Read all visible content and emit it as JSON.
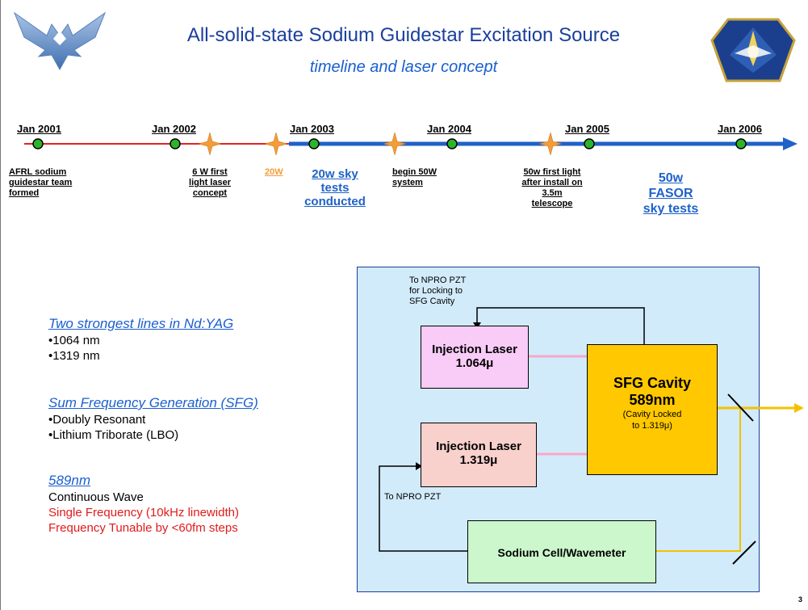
{
  "title": "All-solid-state Sodium Guidestar Excitation Source",
  "subtitle": "timeline and laser concept",
  "timeline": {
    "years": [
      "Jan 2001",
      "Jan 2002",
      "Jan 2003",
      "Jan 2004",
      "Jan 2005",
      "Jan 2006"
    ],
    "events": {
      "e1": [
        "AFRL sodium",
        "guidestar team",
        "formed"
      ],
      "e2": [
        "6 W first",
        "light laser",
        "concept"
      ],
      "e3": "20W",
      "e4": [
        "20w sky",
        "tests",
        "conducted"
      ],
      "e5": [
        "begin 50W",
        "system"
      ],
      "e6": [
        "50w first light",
        "after install on",
        "3.5m",
        "telescope"
      ],
      "e7": [
        "50w",
        "FASOR",
        "sky tests"
      ]
    },
    "colors": {
      "early_line": "#e82020",
      "late_line": "#1f62c8",
      "milestone_dot": "#2bb52b",
      "star": "#f29c3a"
    }
  },
  "features": {
    "g1_head": "Two strongest lines in Nd:YAG",
    "g1_items": [
      "•1064 nm",
      "•1319 nm"
    ],
    "g2_head": "Sum Frequency Generation (SFG)",
    "g2_items": [
      "•Doubly Resonant",
      "•Lithium Triborate (LBO)"
    ],
    "g3_head": "589nm",
    "g3_item": "Continuous Wave",
    "g3_red": [
      "Single Frequency (10kHz linewidth)",
      "Frequency Tunable by <60fm steps"
    ]
  },
  "diagram": {
    "note_top": [
      "To NPRO PZT",
      "for Locking to",
      "SFG Cavity"
    ],
    "note_bottom": "To NPRO PZT",
    "laser1": [
      "Injection Laser",
      "1.064μ"
    ],
    "laser2": [
      "Injection Laser",
      "1.319μ"
    ],
    "sfg": [
      "SFG Cavity",
      "589nm",
      "(Cavity Locked",
      "to 1.319μ)"
    ],
    "sodium": "Sodium Cell/Wavemeter",
    "colors": {
      "background": "#d2ebfb",
      "laser1": "#f8ccf7",
      "laser2": "#f8d0cc",
      "sfg": "#ffc800",
      "sodium": "#ccf7cc",
      "beam": "#f2c200"
    }
  },
  "page_number": "3"
}
